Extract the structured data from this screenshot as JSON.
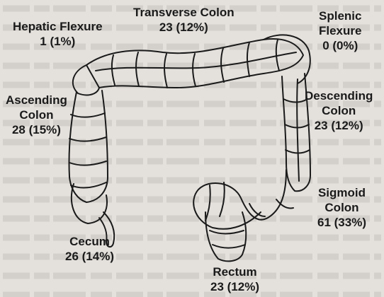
{
  "background_color": "#e4e1dd",
  "text_lines_color": "#c6c3be",
  "ink_color": "#1a1a1a",
  "illustration": {
    "name": "colon-anatomy-illustration"
  },
  "labels": {
    "hepatic_flexure": {
      "name": "Hepatic Flexure",
      "value": "1 (1%)"
    },
    "transverse_colon": {
      "name": "Transverse Colon",
      "value": "23 (12%)"
    },
    "splenic_flexure": {
      "name_line1": "Splenic",
      "name_line2": "Flexure",
      "value": "0 (0%)"
    },
    "ascending_colon": {
      "name_line1": "Ascending",
      "name_line2": "Colon",
      "value": "28 (15%)"
    },
    "descending_colon": {
      "name_line1": "Descending",
      "name_line2": "Colon",
      "value": "23 (12%)"
    },
    "sigmoid_colon": {
      "name_line1": "Sigmoid",
      "name_line2": "Colon",
      "value": "61 (33%)"
    },
    "cecum": {
      "name": "Cecum",
      "value": "26 (14%)"
    },
    "rectum": {
      "name": "Rectum",
      "value": "23 (12%)"
    }
  }
}
